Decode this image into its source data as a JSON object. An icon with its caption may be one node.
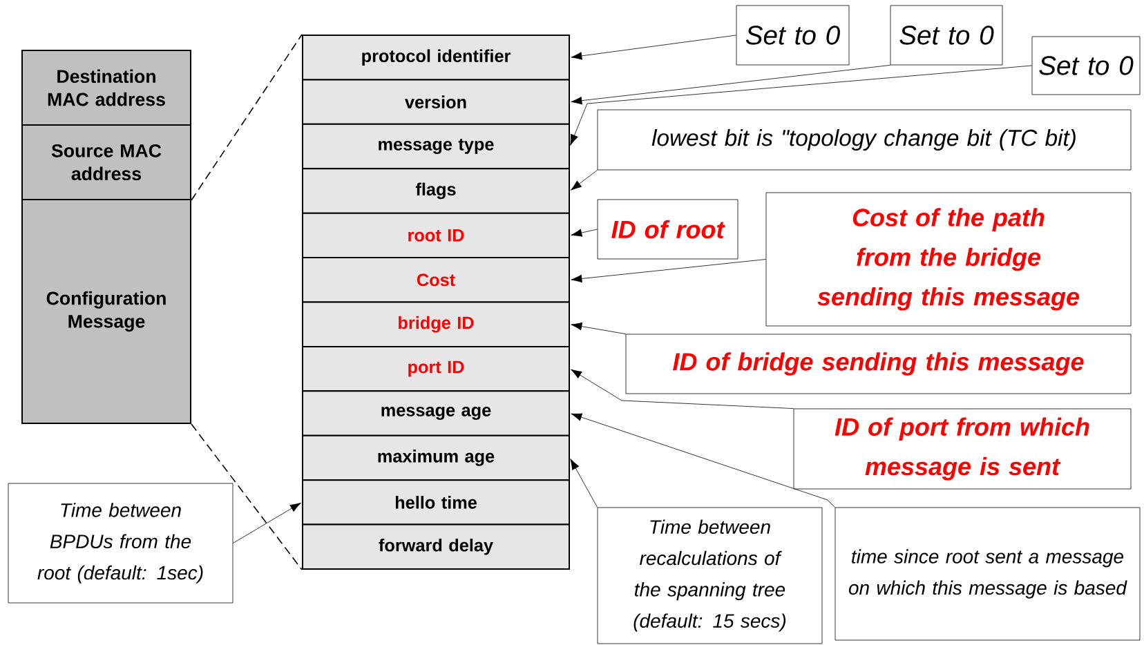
{
  "diagram": {
    "nodes": [
      {
        "text": [
          "Destination MAC address"
        ]
      },
      {
        "text": [
          "Source MAC address"
        ]
      },
      {
        "text": [
          "Configuration Message"
        ]
      },
      {
        "text": [
          "protocol identifier"
        ]
      },
      {
        "text": [
          "version"
        ]
      },
      {
        "text": [
          "message type"
        ]
      },
      {
        "text": [
          "flags"
        ]
      },
      {
        "text": [
          "root ID"
        ]
      },
      {
        "text": [
          "Cost"
        ]
      },
      {
        "text": [
          "bridge ID"
        ]
      },
      {
        "text": [
          "port ID"
        ]
      },
      {
        "text": [
          "message age"
        ]
      },
      {
        "text": [
          "maximum age"
        ]
      },
      {
        "text": [
          "hello time"
        ]
      },
      {
        "text": [
          "forward delay"
        ]
      },
      {
        "text": [
          "Set to 0"
        ]
      },
      {
        "text": [
          "Set to 0"
        ]
      },
      {
        "text": [
          "Set to 0"
        ]
      },
      {
        "text": [
          "lowest bit is \"topology change bit (TC bit)"
        ]
      },
      {
        "text": [
          "ID of root"
        ]
      },
      {
        "text": [
          "Cost of the path from the bridge sending this message"
        ]
      },
      {
        "text": [
          "ID of bridge sending this message"
        ]
      },
      {
        "text": [
          "ID of port from which message is sent"
        ]
      },
      {
        "text": [
          "Time between BPDUs from the root (default: 1sec)"
        ]
      },
      {
        "text": [
          "Time between recalculations of the spanning tree (default: 15 secs)"
        ]
      },
      {
        "text": [
          "time since root sent a message on which this message is based"
        ]
      }
    ],
    "edges": [
      {
        "from": 15,
        "to": 3,
        "arrow": "to"
      },
      {
        "from": 16,
        "to": 4,
        "arrow": "to"
      },
      {
        "from": 17,
        "to": 5,
        "arrow": "to"
      },
      {
        "from": 18,
        "to": 6,
        "arrow": "to"
      },
      {
        "from": 19,
        "to": 7,
        "arrow": "to"
      },
      {
        "from": 20,
        "to": 8,
        "arrow": "to"
      },
      {
        "from": 21,
        "to": 9,
        "arrow": "to"
      },
      {
        "from": 22,
        "to": 10,
        "arrow": "to"
      },
      {
        "from": 25,
        "to": 11,
        "arrow": "to"
      },
      {
        "from": 24,
        "to": 12,
        "arrow": "to"
      },
      {
        "from": 23,
        "to": 13,
        "arrow": "to"
      },
      {
        "from": 1,
        "to": 3,
        "arrow": "none",
        "style": "dashed"
      },
      {
        "from": 2,
        "to": 14,
        "arrow": "none",
        "style": "dashed"
      }
    ]
  }
}
